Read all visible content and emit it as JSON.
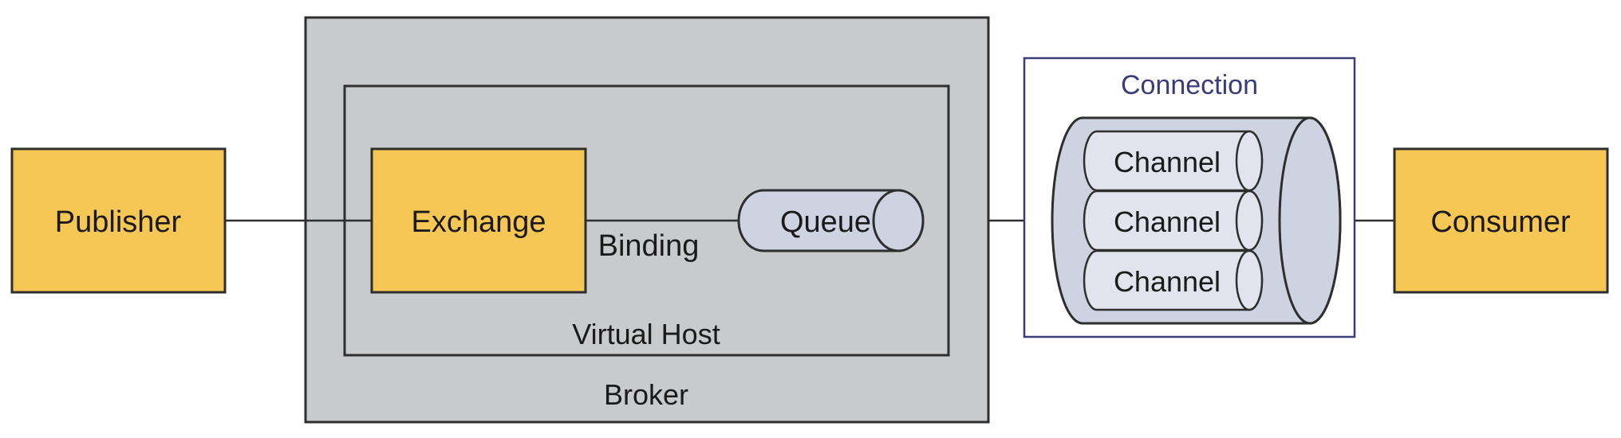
{
  "labels": {
    "publisher": "Publisher",
    "exchange": "Exchange",
    "binding": "Binding",
    "queue": "Queue",
    "virtual_host": "Virtual Host",
    "broker": "Broker",
    "connection": "Connection",
    "channels": [
      "Channel",
      "Channel",
      "Channel"
    ],
    "consumer": "Consumer"
  },
  "colors": {
    "node_fill": "#F6C754",
    "broker_fill": "#C9CACC",
    "cylinder_fill": "#CDD3E0",
    "channel_fill": "#E1E4EC",
    "stroke": "#2E2E2E",
    "connection_text": "#3A3C7A"
  }
}
